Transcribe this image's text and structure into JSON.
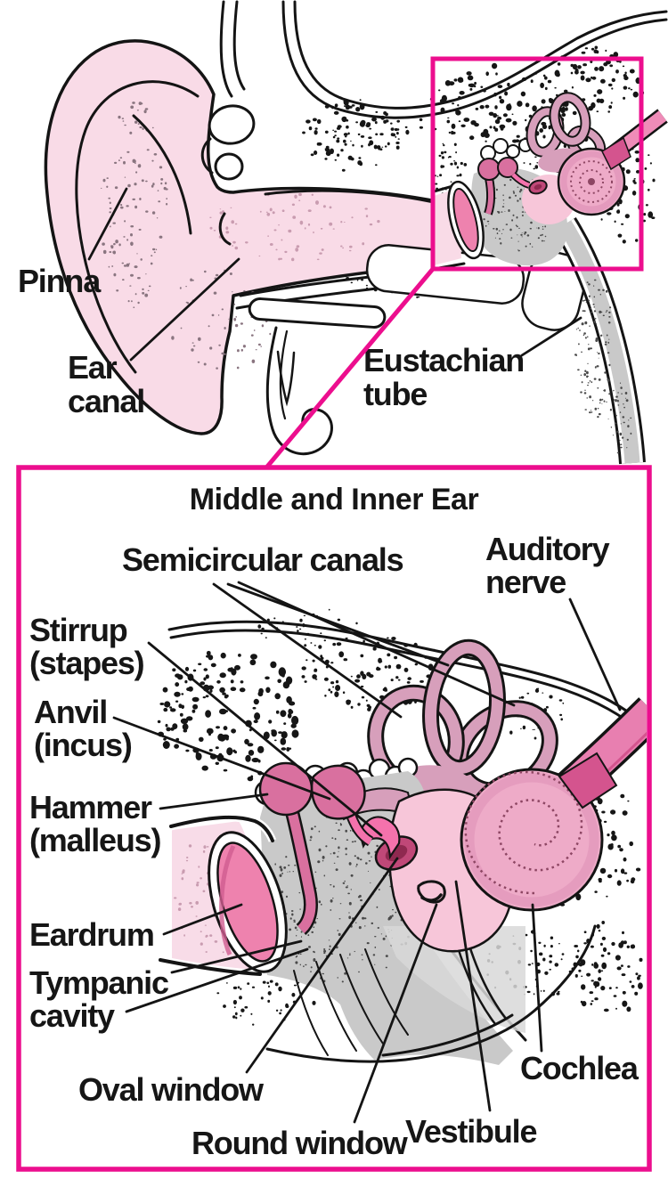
{
  "diagram_type": "anatomical cross-section of the human ear with magnified inset",
  "accent_color": "#ec0e8e",
  "overview": {
    "labels": {
      "pinna": "Pinna",
      "ear_canal": [
        "Ear",
        "canal"
      ],
      "eustachian_tube": [
        "Eustachian",
        "tube"
      ]
    }
  },
  "inset": {
    "title": "Middle and Inner Ear",
    "labels": {
      "semicircular_canals": "Semicircular canals",
      "auditory_nerve": [
        "Auditory",
        "nerve"
      ],
      "stirrup": [
        "Stirrup",
        "(stapes)"
      ],
      "anvil": [
        "Anvil",
        "(incus)"
      ],
      "hammer": [
        "Hammer",
        "(malleus)"
      ],
      "eardrum": "Eardrum",
      "tympanic_cavity": [
        "Tympanic",
        "cavity"
      ],
      "oval_window": "Oval window",
      "round_window": "Round window",
      "vestibule": "Vestibule",
      "cochlea": "Cochlea"
    }
  },
  "colors": {
    "skin_pink": "#f9dbe7",
    "eardrum_pink": "#ee82ae",
    "ossicle_rose": "#d9709f",
    "stapes_bright_pink": "#f472ac",
    "oval_window_ring": "#c04878",
    "oval_window_core": "#8f2950",
    "semicircular_mauve": "#d79fbb",
    "cochlea_pink": "#eeabc8",
    "vestibule_pale_pink": "#f7c6d9",
    "nerve_pink": "#e87fb0",
    "nerve_dark_pink": "#d4548e",
    "bone_gray": "#c9c9c9",
    "outline_ink": "#141414",
    "highlight_magenta": "#ec0e8e"
  }
}
